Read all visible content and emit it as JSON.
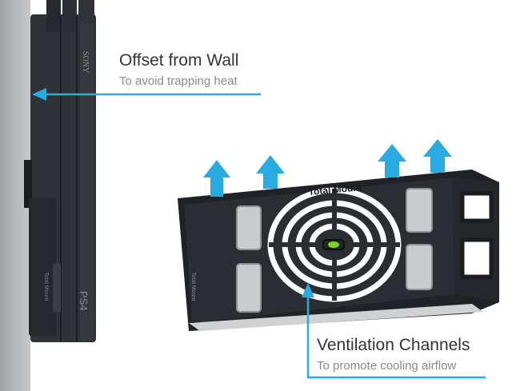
{
  "colors": {
    "accent": "#29abe2",
    "console": "#2c2f33",
    "bracket": "#1f2226",
    "wall": "#b0b2b5"
  },
  "console": {
    "brand_text": "SONY",
    "model_text": "PS4",
    "mount_text": "Total Mount"
  },
  "bracket": {
    "brand_text": "Total Mount",
    "side_text": "Total Mount"
  },
  "callouts": {
    "offset": {
      "title": "Offset from Wall",
      "subtitle": "To avoid trapping heat"
    },
    "ventilation": {
      "title": "Ventilation Channels",
      "subtitle": "To promote cooling airflow"
    }
  },
  "icons": {
    "airflow": "up-arrow-icon",
    "pointer": "left-arrow-icon",
    "level": "bubble-level-icon"
  }
}
